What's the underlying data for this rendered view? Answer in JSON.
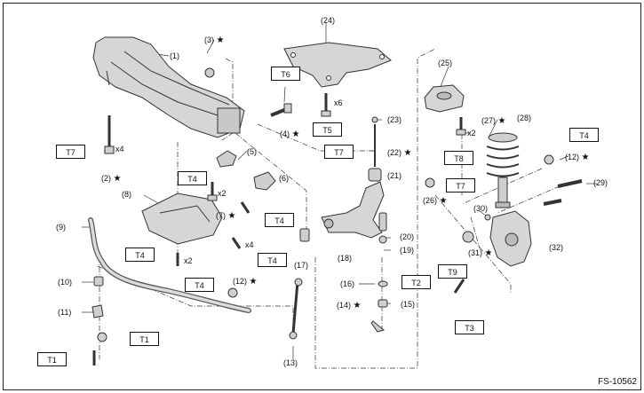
{
  "figure_code": "FS-10562",
  "star": "★",
  "parts": {
    "p1": "(1)",
    "p2": "(2)",
    "p3": "(3)",
    "p4": "(4)",
    "p5": "(5)",
    "p6": "(6)",
    "p7": "(7)",
    "p8": "(8)",
    "p9": "(9)",
    "p10": "(10)",
    "p11": "(11)",
    "p12": "(12)",
    "p13": "(13)",
    "p14": "(14)",
    "p15": "(15)",
    "p16": "(16)",
    "p17": "(17)",
    "p18": "(18)",
    "p19": "(19)",
    "p20": "(20)",
    "p21": "(21)",
    "p22": "(22)",
    "p23": "(23)",
    "p24": "(24)",
    "p25": "(25)",
    "p26": "(26)",
    "p27": "(27)",
    "p28": "(28)",
    "p29": "(29)",
    "p30": "(30)",
    "p31": "(31)",
    "p32": "(32)",
    "p12b": "(12)"
  },
  "torques": {
    "t6": "T6",
    "t7a": "T7",
    "t5": "T5",
    "t7b": "T7",
    "t8": "T8",
    "t7c": "T7",
    "t4a": "T4",
    "t4b": "T4",
    "t4c": "T4",
    "t4d": "T4",
    "t4e": "T4",
    "t4f": "T4",
    "t2": "T2",
    "t9": "T9",
    "t3": "T3",
    "t1a": "T1",
    "t1b": "T1"
  },
  "quantities": {
    "x4a": "x4",
    "x6": "x6",
    "x2a": "x2",
    "x2b": "x2",
    "x4b": "x4",
    "x2c": "x2"
  }
}
